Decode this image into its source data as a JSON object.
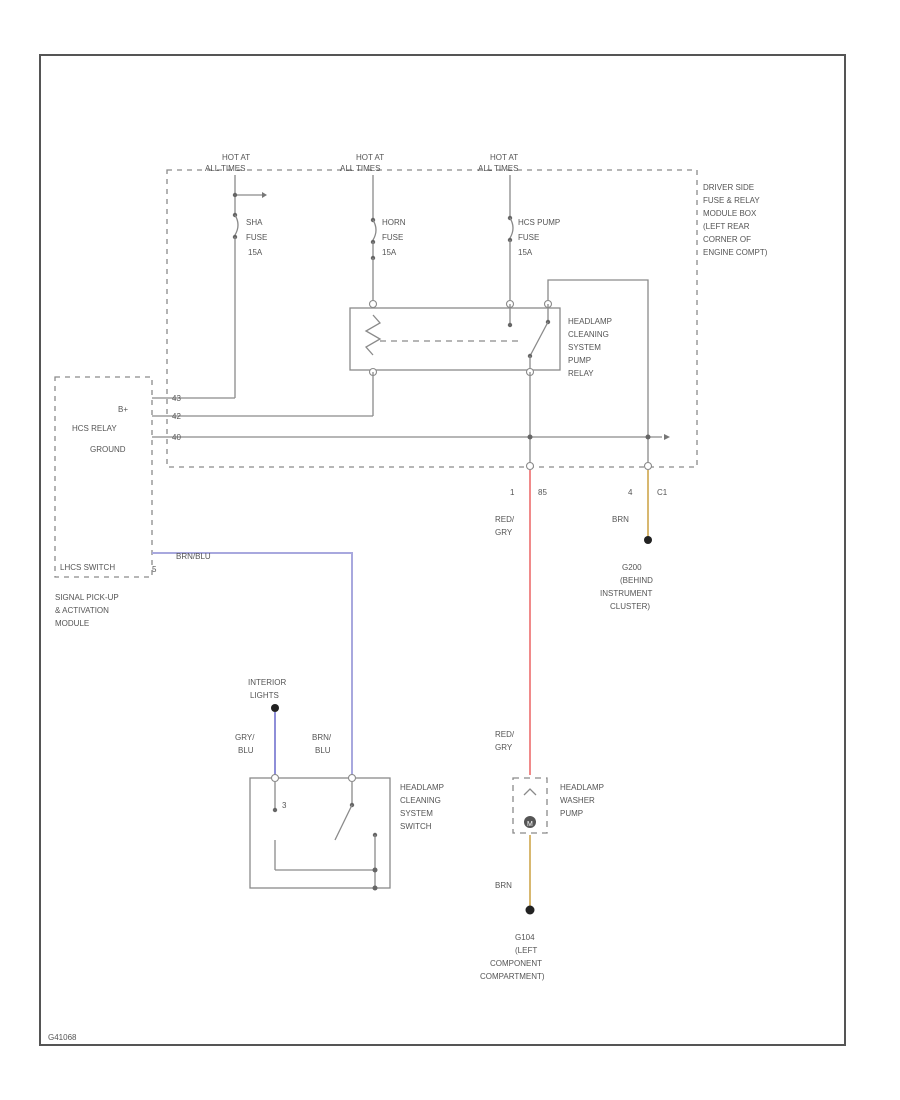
{
  "fuse_box": {
    "supply_labels": [
      {
        "line1": "HOT AT",
        "line2": "ALL TIMES"
      },
      {
        "line1": "HOT AT",
        "line2": "ALL TIMES"
      },
      {
        "line1": "HOT AT",
        "line2": "ALL TIMES"
      }
    ],
    "fuses": [
      {
        "name": "SHA",
        "line2": "FUSE",
        "rating": "15A"
      },
      {
        "name": "HORN",
        "line2": "FUSE",
        "rating": "15A"
      },
      {
        "name": "HCS PUMP",
        "line2": "FUSE",
        "rating": "15A"
      }
    ],
    "box_label": [
      "DRIVER SIDE",
      "FUSE & RELAY",
      "MODULE BOX",
      "(LEFT REAR",
      "CORNER OF",
      "ENGINE COMPT)"
    ],
    "relay_label": [
      "HEADLAMP",
      "CLEANING",
      "SYSTEM",
      "PUMP",
      "RELAY"
    ]
  },
  "module": {
    "pins": [
      "B+",
      "HCS RELAY",
      "GROUND"
    ],
    "switch_input": "LHCS SWITCH",
    "label": [
      "SIGNAL PICK-UP",
      "& ACTIVATION",
      "MODULE"
    ],
    "pin_numbers": [
      "43",
      "42",
      "40",
      "5"
    ]
  },
  "wires": {
    "pump_feed_upper": [
      "RED/",
      "GRY"
    ],
    "pump_feed_lower": [
      "RED/",
      "GRY"
    ],
    "pump_feed_pin": "1",
    "pump_feed_conn": "85",
    "relay_ground_pin": "4",
    "relay_ground_conn": "C1",
    "relay_ground_color": "BRN",
    "switch_signal": "BRN/BLU",
    "switch_light": [
      "GRY/",
      "BLU"
    ],
    "switch_out": [
      "BRN/",
      "BLU"
    ],
    "pump_ground_color": "BRN",
    "colors": {
      "red_gry": "#f08a8a",
      "brn_blu": "#a8a8de",
      "gry_blu": "#8e8ed8",
      "brn": "#d8b870"
    }
  },
  "grounds": {
    "instrument": [
      "G200",
      "(BEHIND",
      "INSTRUMENT",
      "CLUSTER)"
    ],
    "pump": [
      "G104",
      "(LEFT",
      "COMPONENT",
      "COMPARTMENT)"
    ]
  },
  "interior_lights": [
    "INTERIOR",
    "LIGHTS"
  ],
  "switch_label": [
    "HEADLAMP",
    "CLEANING",
    "SYSTEM",
    "SWITCH"
  ],
  "pump_label": [
    "HEADLAMP",
    "WASHER",
    "PUMP"
  ],
  "pump_terminal": "M",
  "switch_pin": "3",
  "figure_id": "G41068"
}
